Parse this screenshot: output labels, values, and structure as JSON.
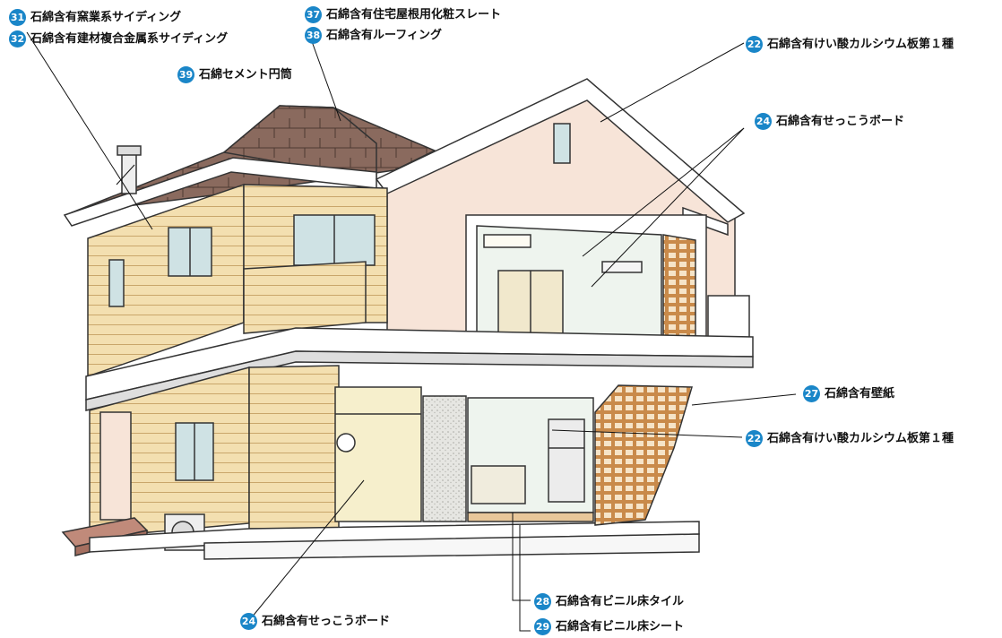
{
  "callouts": [
    {
      "num": "31",
      "text": "石綿含有窯業系サイディング"
    },
    {
      "num": "32",
      "text": "石綿含有建材複合金属系サイディング"
    },
    {
      "num": "39",
      "text": "石綿セメント円筒"
    },
    {
      "num": "37",
      "text": "石綿含有住宅屋根用化粧スレート"
    },
    {
      "num": "38",
      "text": "石綿含有ルーフィング"
    },
    {
      "num": "22",
      "text": "石綿含有けい酸カルシウム板第１種"
    },
    {
      "num": "24",
      "text": "石綿含有せっこうボード"
    },
    {
      "num": "27",
      "text": "石綿含有壁紙"
    },
    {
      "num": "22",
      "text": "石綿含有けい酸カルシウム板第１種"
    },
    {
      "num": "24",
      "text": "石綿含有せっこうボード"
    },
    {
      "num": "28",
      "text": "石綿含有ビニル床タイル"
    },
    {
      "num": "29",
      "text": "石綿含有ビニル床シート"
    }
  ],
  "colors": {
    "badge": "#1a86c8",
    "siding": "#f3dfb0",
    "siding_line": "#c9a66b",
    "roof": "#8a6a5e",
    "wall_pink": "#f7e4d8",
    "interior": "#eef4ee"
  }
}
